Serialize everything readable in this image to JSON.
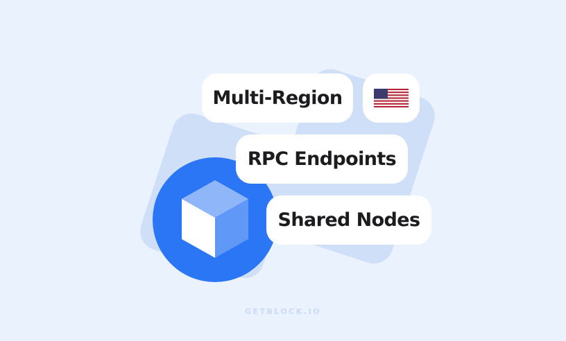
{
  "badges": {
    "multi_region": "Multi-Region",
    "region_flag": "us-flag-icon",
    "rpc_endpoints": "RPC Endpoints",
    "shared_nodes": "Shared Nodes"
  },
  "logo": {
    "icon": "cube-icon"
  },
  "footer": {
    "brand": "GETBLOCK.IO"
  },
  "colors": {
    "background": "#eaf2fe",
    "accent": "#2a76f4",
    "shape": "#cfdff7",
    "text": "#1c1c1e"
  }
}
